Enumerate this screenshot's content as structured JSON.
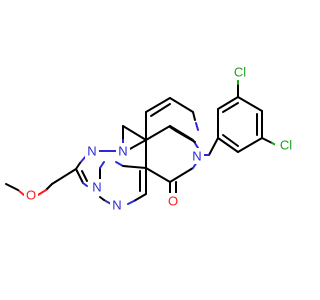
{
  "colors": {
    "carbon_bond": "#000000",
    "nitrogen": "#2b2bd6",
    "oxygen": "#ff1a1a",
    "chlorine": "#1aa51a",
    "background": "#ffffff"
  },
  "atoms": {
    "cl_top": "Cl",
    "cl_right": "Cl",
    "n_pyridone": "N",
    "o_carbonyl": "O",
    "n_bridge": "N",
    "n_triazole_top": "N",
    "n_triazole_bottom": "N",
    "n_pyrimidine": "N",
    "o_ether": "O"
  }
}
